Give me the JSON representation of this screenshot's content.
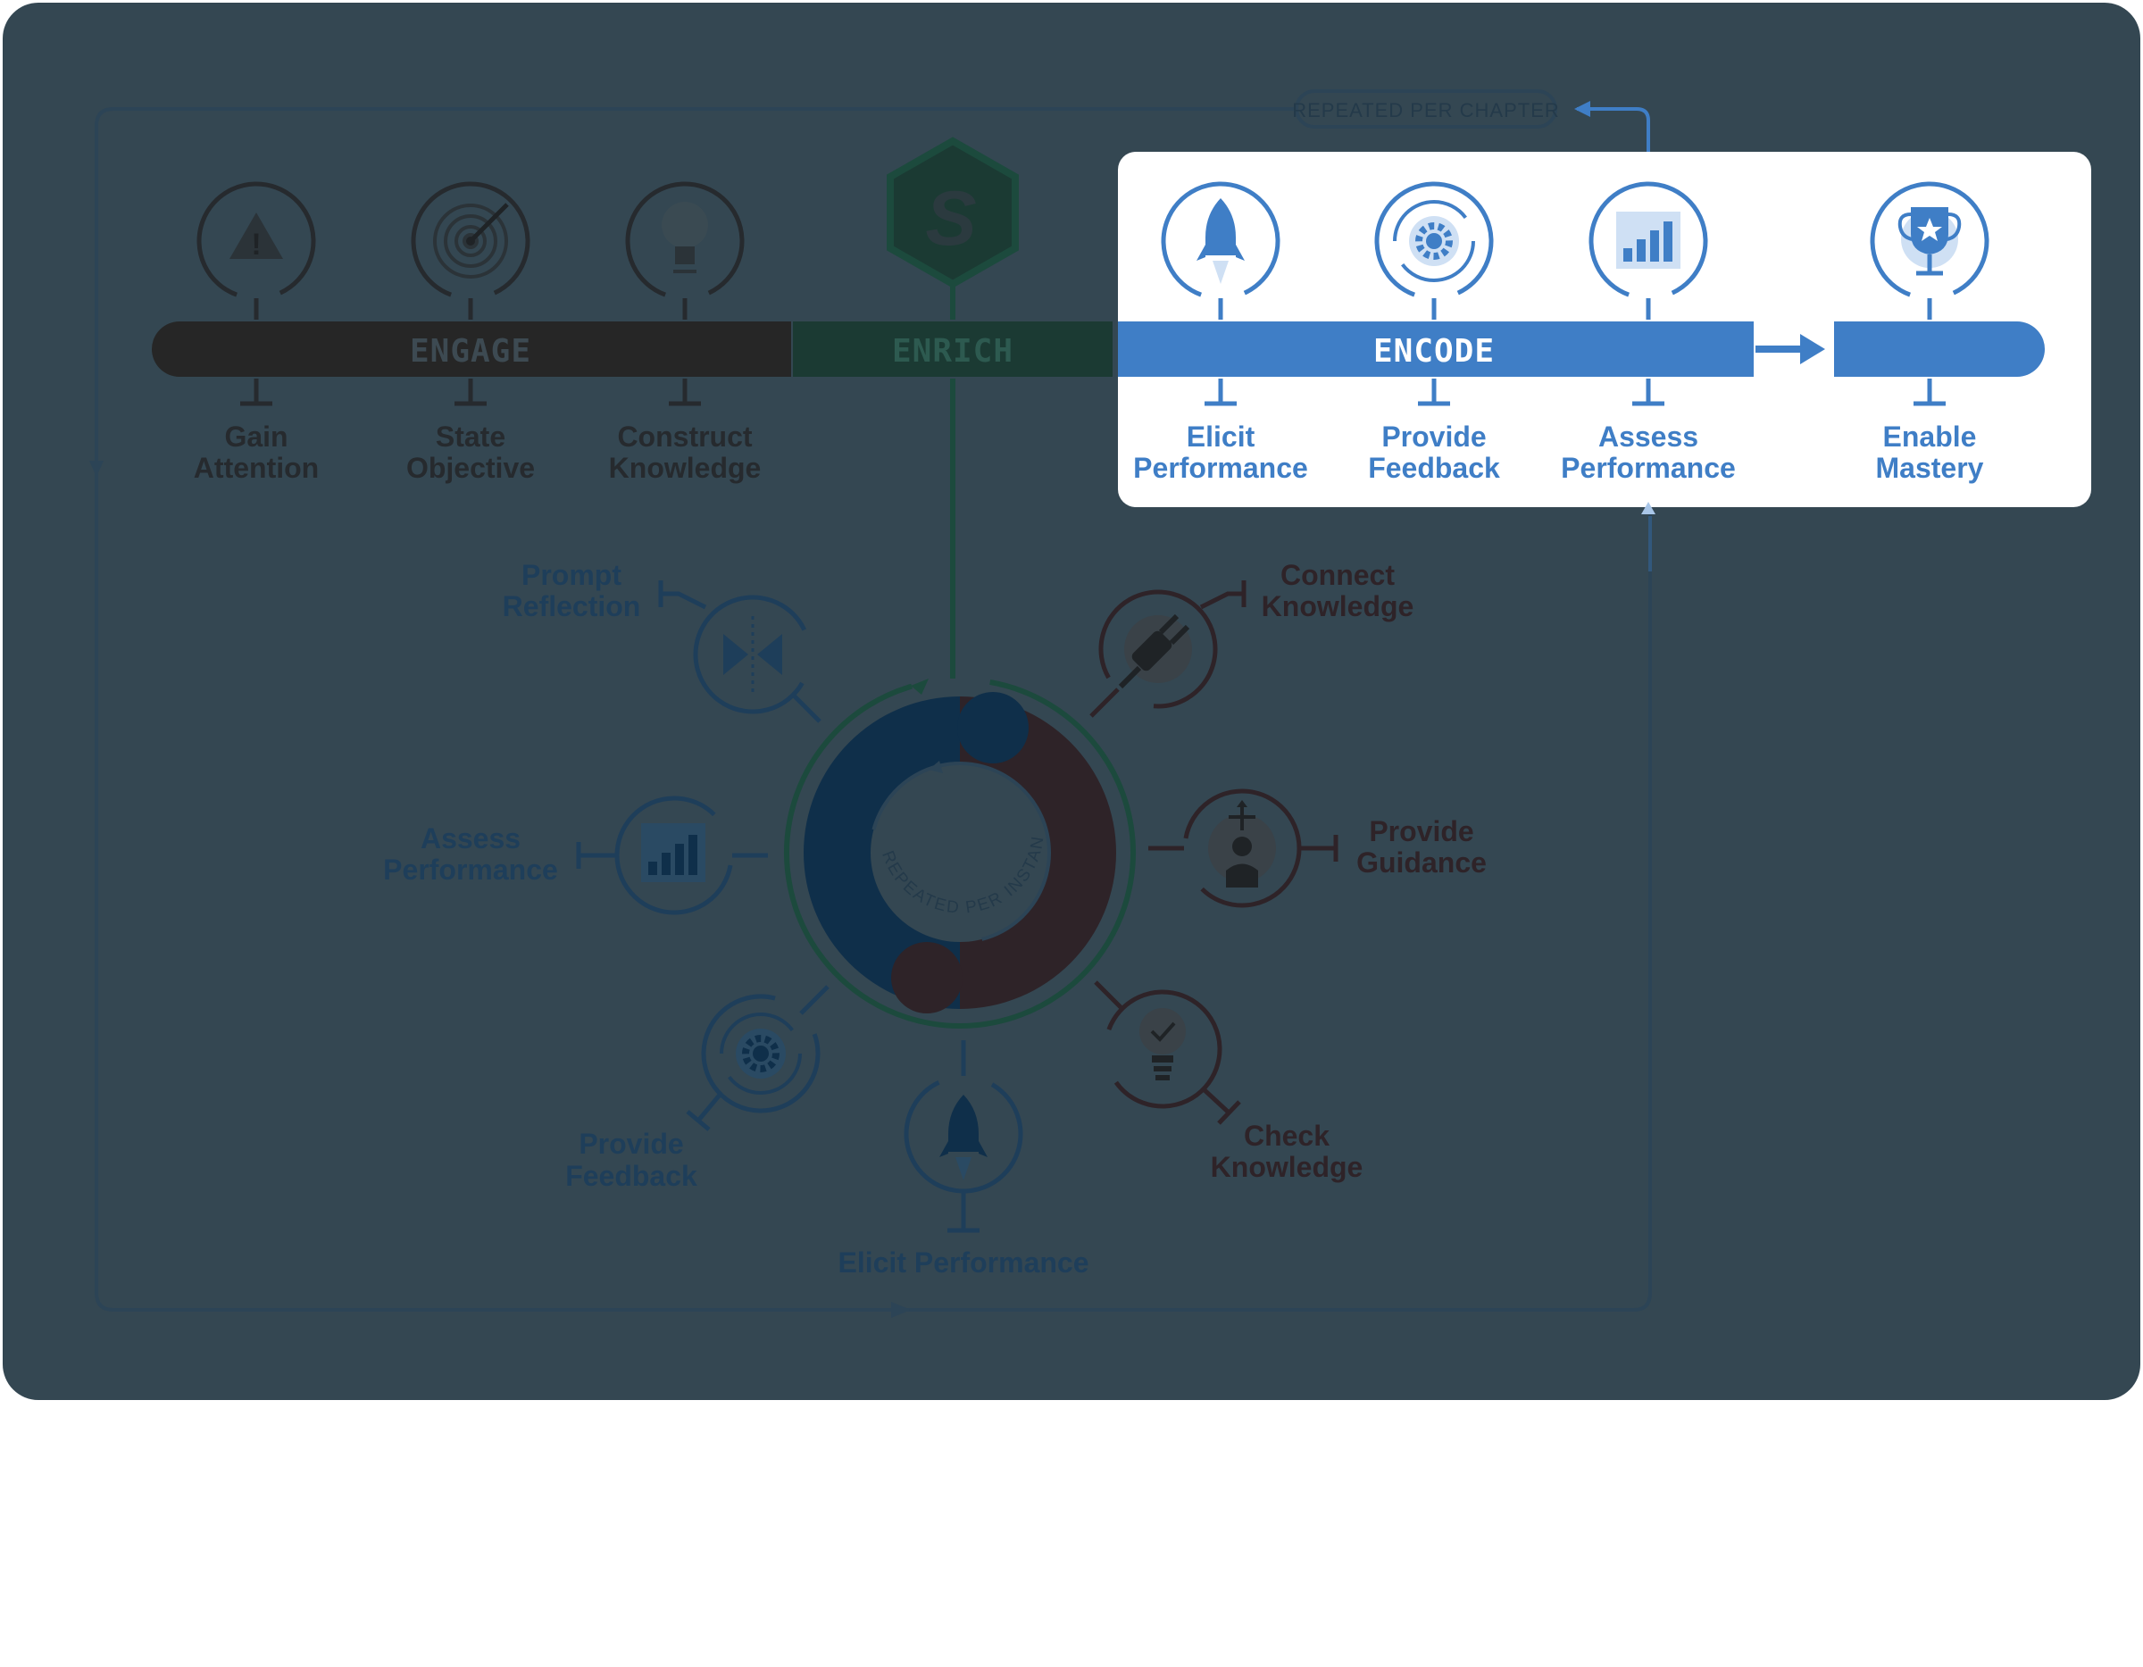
{
  "colors": {
    "background": "#344752",
    "overlay_card": "#ffffff",
    "engage": "#262626",
    "enrich": "#1b3a33",
    "encode": "#3f7ec6",
    "dim_dark": "#262a2e",
    "dim_blue": "#1e3e5a",
    "dim_green": "#1c4a3d",
    "dim_red": "#2e2328",
    "ring_navy": "#0f2f4a"
  },
  "repeat_chapter_label": "REPEATED PER CHAPTER",
  "repeat_instance_label": "REPEATED PER INSTANCE",
  "bars": {
    "engage": "ENGAGE",
    "enrich": "ENRICH",
    "encode": "ENCODE"
  },
  "engage_steps": [
    {
      "line1": "Gain",
      "line2": "Attention",
      "icon": "warning-icon"
    },
    {
      "line1": "State",
      "line2": "Objective",
      "icon": "target-icon"
    },
    {
      "line1": "Construct",
      "line2": "Knowledge",
      "icon": "lightbulb-icon"
    }
  ],
  "encode_steps": [
    {
      "line1": "Elicit",
      "line2": "Performance",
      "icon": "rocket-icon"
    },
    {
      "line1": "Provide",
      "line2": "Feedback",
      "icon": "gear-cycle-icon"
    },
    {
      "line1": "Assess",
      "line2": "Performance",
      "icon": "bar-chart-icon"
    }
  ],
  "mastery_step": {
    "line1": "Enable",
    "line2": "Mastery",
    "icon": "trophy-icon"
  },
  "enrich_cycle": {
    "prompt_reflection": {
      "line1": "Prompt",
      "line2": "Reflection",
      "icon": "mirror-icon"
    },
    "connect_knowledge": {
      "line1": "Connect",
      "line2": "Knowledge",
      "icon": "plug-icon"
    },
    "assess_performance": {
      "line1": "Assess",
      "line2": "Performance",
      "icon": "bar-chart-icon"
    },
    "provide_guidance": {
      "line1": "Provide",
      "line2": "Guidance",
      "icon": "guidance-icon"
    },
    "provide_feedback": {
      "line1": "Provide",
      "line2": "Feedback",
      "icon": "gear-cycle-icon"
    },
    "check_knowledge": {
      "line1": "Check",
      "line2": "Knowledge",
      "icon": "bulb-check-icon"
    },
    "elicit_performance": {
      "label": "Elicit Performance",
      "icon": "rocket-icon"
    }
  },
  "logo": {
    "letter": "S",
    "icon": "hexagon-logo-icon"
  }
}
